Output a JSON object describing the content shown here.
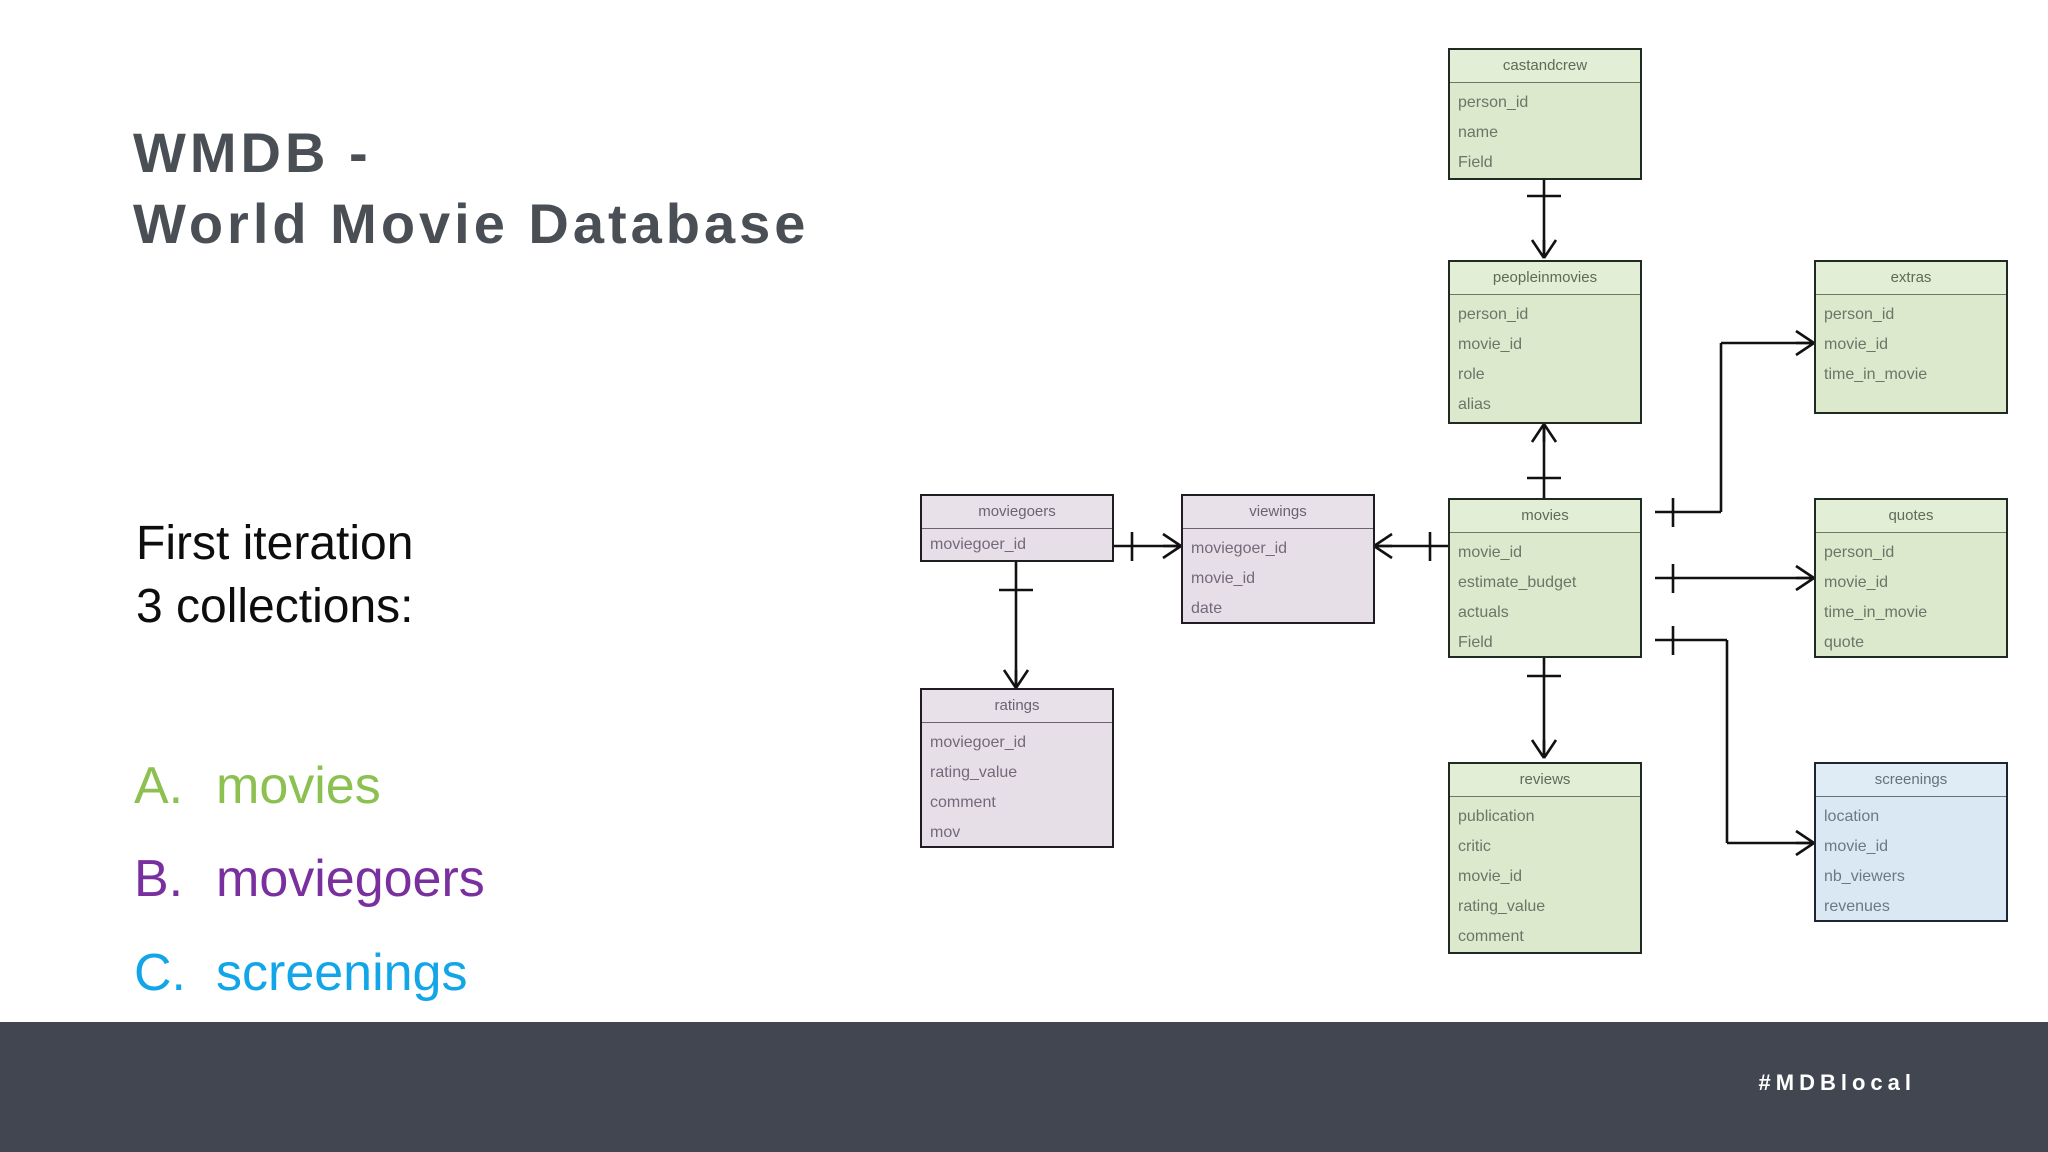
{
  "slide": {
    "title_lines": [
      "WMDB -",
      "World Movie Database"
    ],
    "lead_lines": [
      "First iteration",
      "3 collections:"
    ],
    "list": [
      {
        "marker": "A.",
        "label": "movies",
        "color": "#8cc152"
      },
      {
        "marker": "B.",
        "label": "moviegoers",
        "color": "#7a2f9e"
      },
      {
        "marker": "C.",
        "label": "screenings",
        "color": "#12a5e8"
      }
    ],
    "footer": {
      "hashtag": "#MDBlocal",
      "background": "#414650"
    }
  },
  "colors": {
    "title_text": "#4a4f55",
    "body_text": "#0d0d0d",
    "entity_green_fill": "#dde9cd",
    "entity_purple_fill": "#e7dfe8",
    "entity_blue_fill": "#d9e8f3",
    "connector": "#111111"
  },
  "diagram": {
    "type": "entity-relationship",
    "notation": "crow's foot",
    "entities": [
      {
        "id": "castandcrew",
        "name": "castandcrew",
        "theme": "green",
        "fields": [
          "person_id",
          "name",
          "Field"
        ]
      },
      {
        "id": "peopleinmovies",
        "name": "peopleinmovies",
        "theme": "green",
        "fields": [
          "person_id",
          "movie_id",
          "role",
          "alias"
        ]
      },
      {
        "id": "extras",
        "name": "extras",
        "theme": "green",
        "fields": [
          "person_id",
          "movie_id",
          "time_in_movie"
        ]
      },
      {
        "id": "movies",
        "name": "movies",
        "theme": "green",
        "fields": [
          "movie_id",
          "estimate_budget",
          "actuals",
          "Field"
        ]
      },
      {
        "id": "quotes",
        "name": "quotes",
        "theme": "green",
        "fields": [
          "person_id",
          "movie_id",
          "time_in_movie",
          "quote"
        ]
      },
      {
        "id": "reviews",
        "name": "reviews",
        "theme": "green",
        "fields": [
          "publication",
          "critic",
          "movie_id",
          "rating_value",
          "comment"
        ]
      },
      {
        "id": "screenings",
        "name": "screenings",
        "theme": "blue",
        "fields": [
          "location",
          "movie_id",
          "nb_viewers",
          "revenues"
        ]
      },
      {
        "id": "moviegoers",
        "name": "moviegoers",
        "theme": "purple",
        "fields": [
          "moviegoer_id"
        ]
      },
      {
        "id": "viewings",
        "name": "viewings",
        "theme": "purple",
        "fields": [
          "moviegoer_id",
          "movie_id",
          "date"
        ]
      },
      {
        "id": "ratings",
        "name": "ratings",
        "theme": "purple",
        "fields": [
          "moviegoer_id",
          "rating_value",
          "comment",
          "mov"
        ]
      }
    ],
    "relationships": [
      {
        "from": "castandcrew",
        "to": "peopleinmovies",
        "from_card": "one",
        "to_card": "many"
      },
      {
        "from": "peopleinmovies",
        "to": "movies",
        "from_card": "many",
        "to_card": "one"
      },
      {
        "from": "movies",
        "to": "extras",
        "from_card": "one",
        "to_card": "many"
      },
      {
        "from": "movies",
        "to": "quotes",
        "from_card": "one",
        "to_card": "many"
      },
      {
        "from": "movies",
        "to": "screenings",
        "from_card": "one",
        "to_card": "many"
      },
      {
        "from": "movies",
        "to": "reviews",
        "from_card": "one",
        "to_card": "many"
      },
      {
        "from": "movies",
        "to": "viewings",
        "from_card": "one",
        "to_card": "many"
      },
      {
        "from": "moviegoers",
        "to": "viewings",
        "from_card": "one",
        "to_card": "many"
      },
      {
        "from": "moviegoers",
        "to": "ratings",
        "from_card": "one",
        "to_card": "many"
      }
    ]
  }
}
